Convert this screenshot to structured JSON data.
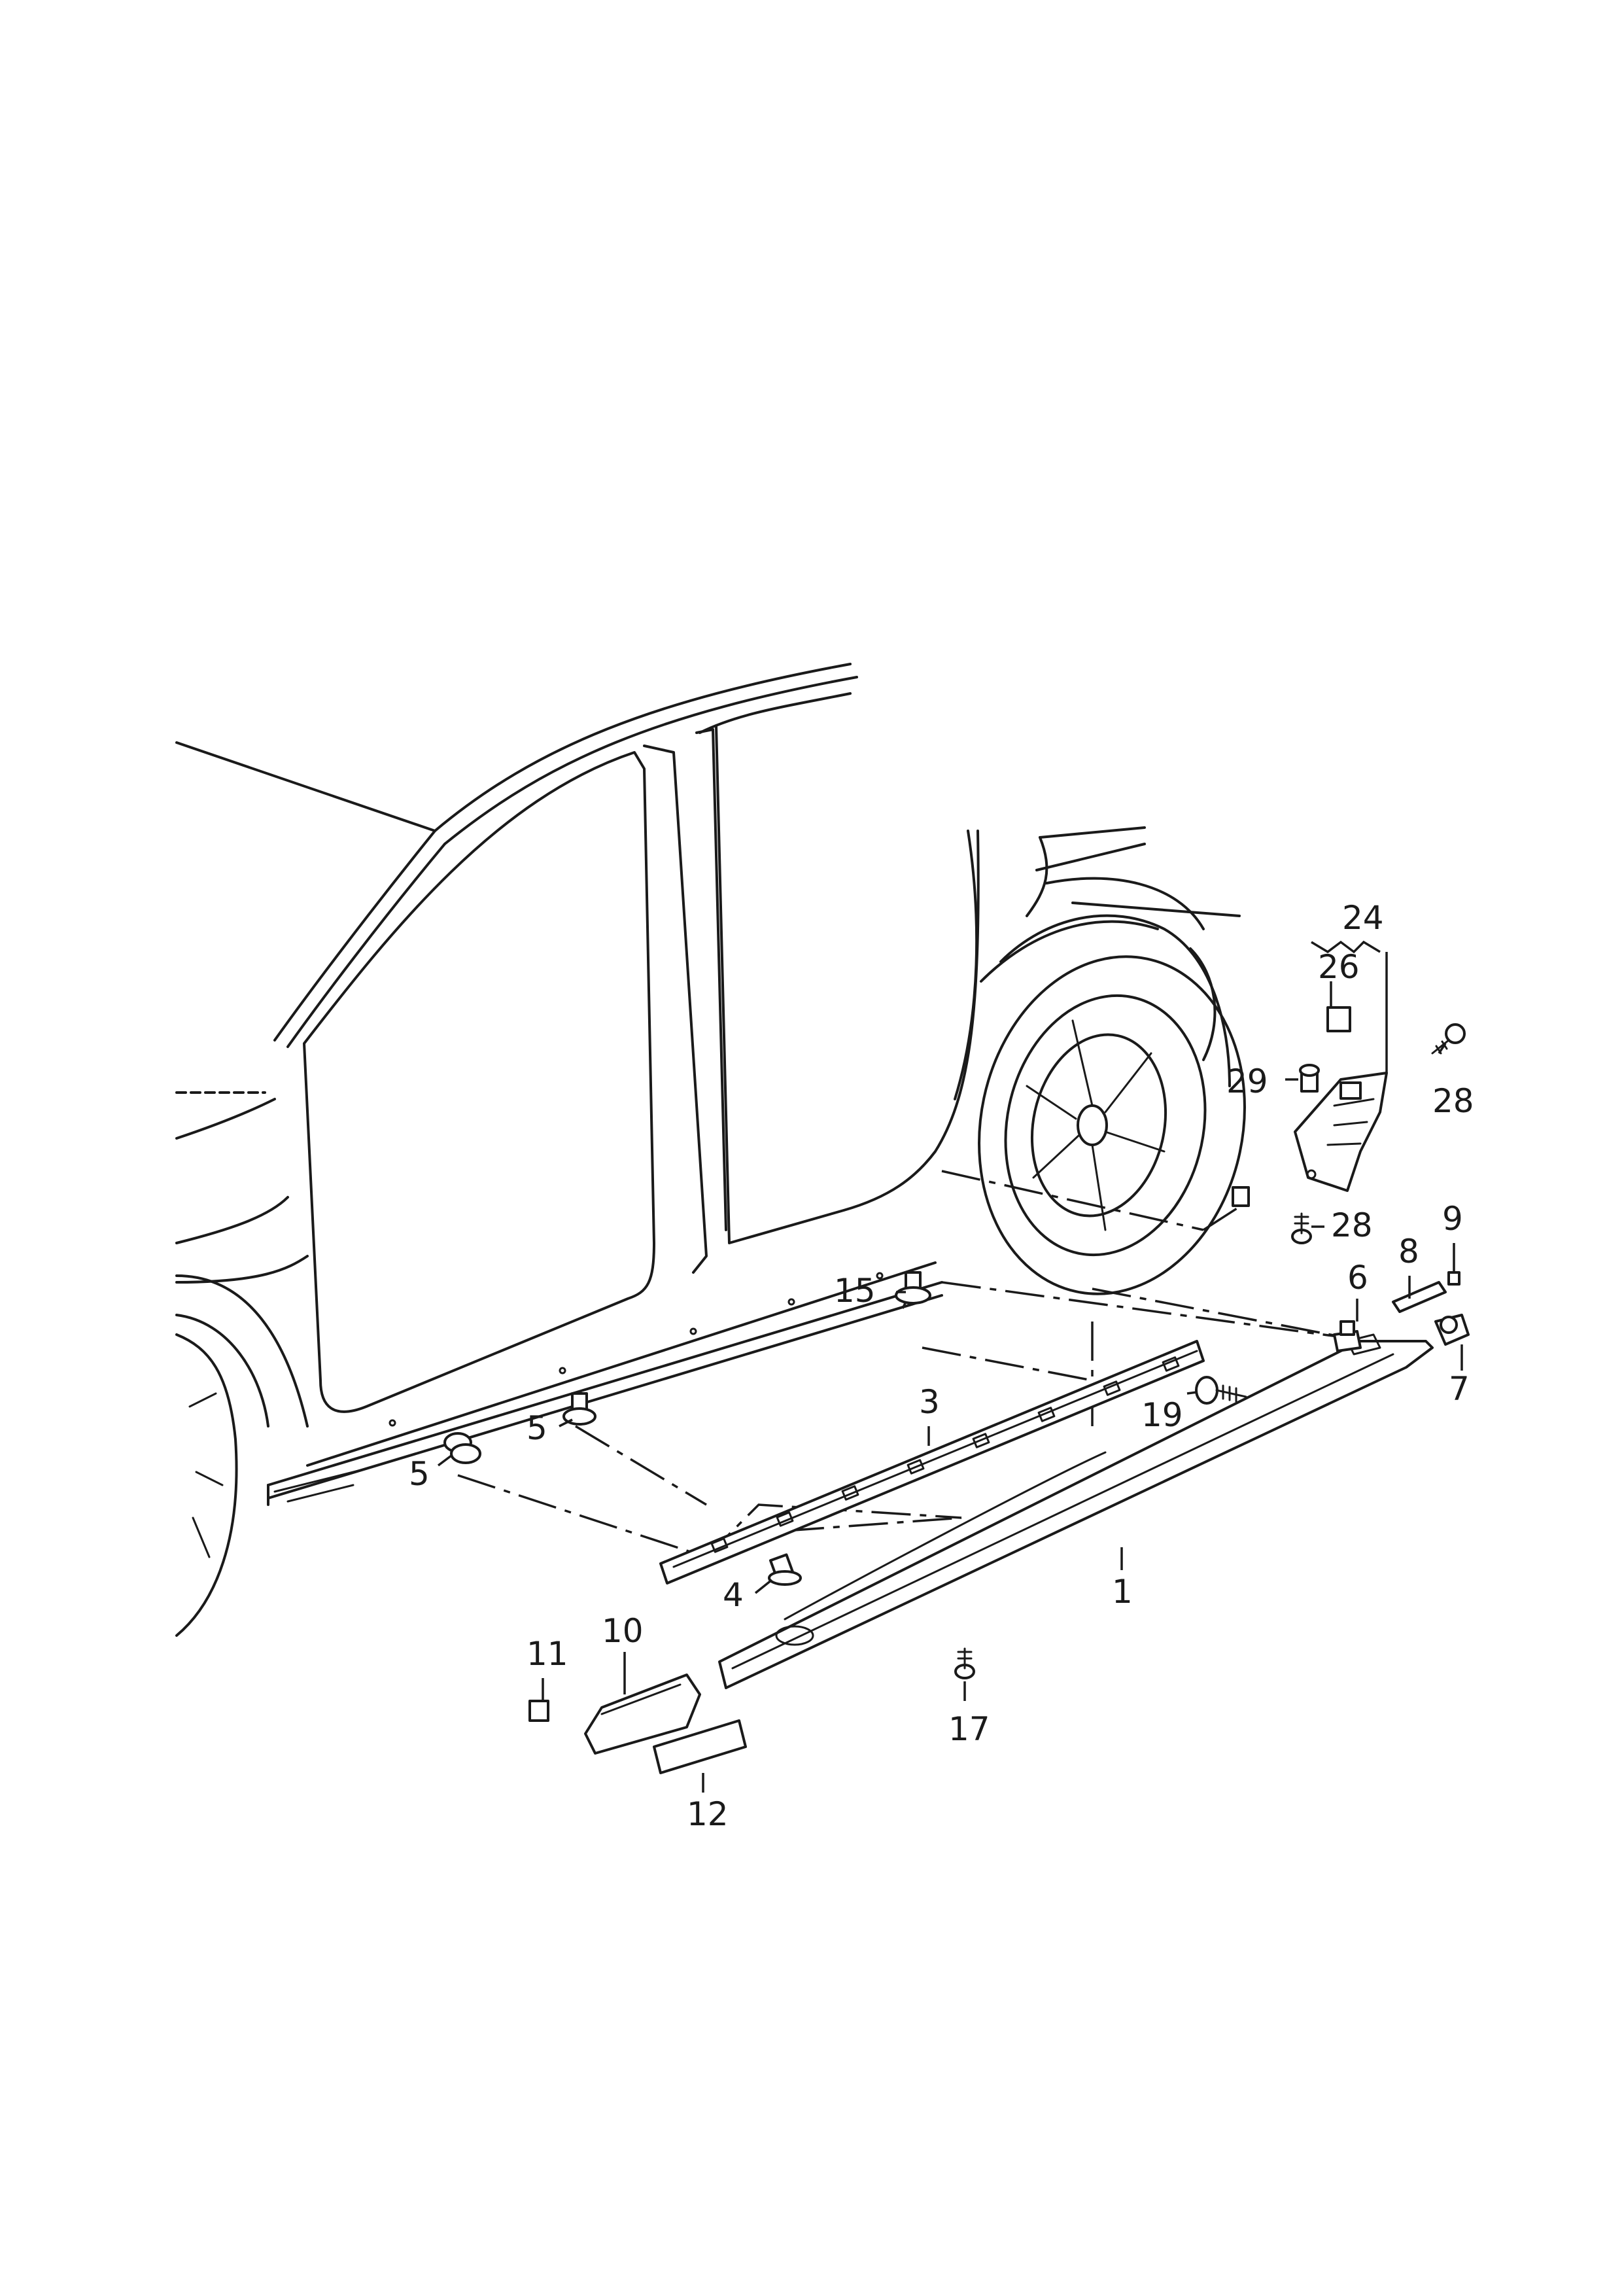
{
  "diagram": {
    "callouts": {
      "c1": "1",
      "c3": "3",
      "c4": "4",
      "c5a": "5",
      "c5b": "5",
      "c6": "6",
      "c7": "7",
      "c8": "8",
      "c9": "9",
      "c10": "10",
      "c11": "11",
      "c12": "12",
      "c15": "15",
      "c17": "17",
      "c19": "19",
      "c24": "24",
      "c26": "26",
      "c28a": "28",
      "c28b": "28",
      "c29": "29"
    }
  }
}
